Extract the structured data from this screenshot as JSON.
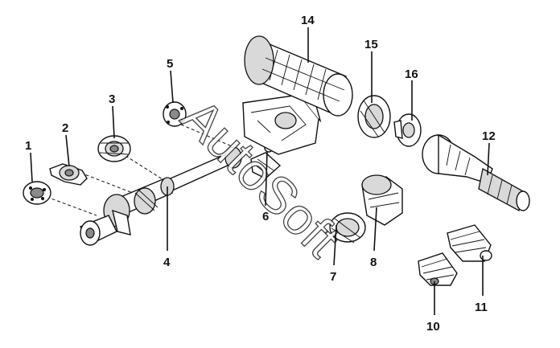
{
  "callouts": [
    "1",
    "2",
    "3",
    "4",
    "5",
    "6",
    "7",
    "8",
    "10",
    "11",
    "12",
    "14",
    "15",
    "16"
  ],
  "watermark": "AutoSoft"
}
